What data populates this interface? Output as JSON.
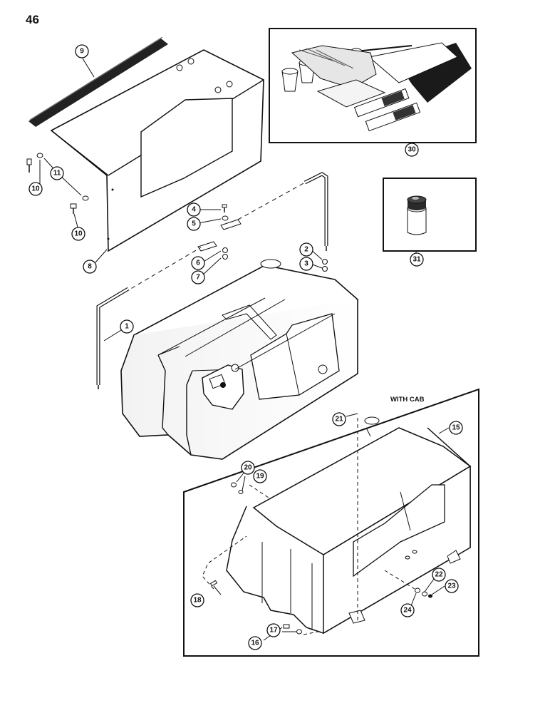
{
  "page": {
    "number": "46"
  },
  "insets": {
    "with_cab_label": "WITH CAB"
  },
  "callouts": {
    "c1": "1",
    "c2": "2",
    "c3": "3",
    "c4": "4",
    "c5": "5",
    "c6": "6",
    "c7": "7",
    "c8": "8",
    "c9": "9",
    "c10a": "10",
    "c10b": "10",
    "c11": "11",
    "c15": "15",
    "c16": "16",
    "c17": "17",
    "c18": "18",
    "c19": "19",
    "c20": "20",
    "c21": "21",
    "c22": "22",
    "c23": "23",
    "c24": "24",
    "c30": "30",
    "c31": "31"
  }
}
